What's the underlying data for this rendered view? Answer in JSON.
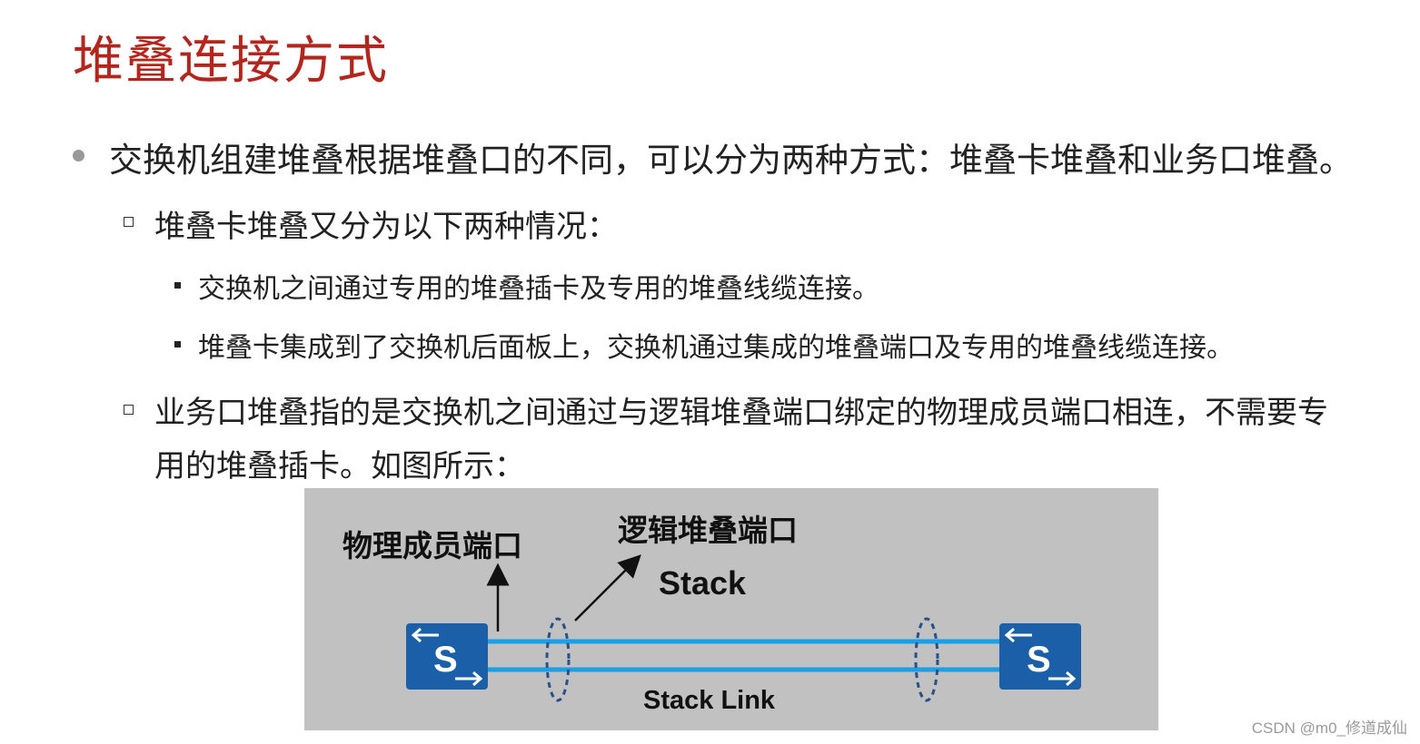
{
  "slide": {
    "title": "堆叠连接方式",
    "bullet1": "交换机组建堆叠根据堆叠口的不同，可以分为两种方式：堆叠卡堆叠和业务口堆叠。",
    "sub1": "堆叠卡堆叠又分为以下两种情况：",
    "sub1_items": [
      "交换机之间通过专用的堆叠插卡及专用的堆叠线缆连接。",
      "堆叠卡集成到了交换机后面板上，交换机通过集成的堆叠端口及专用的堆叠线缆连接。"
    ],
    "sub2_line1": "业务口堆叠指的是交换机之间通过与逻辑堆叠端口绑定的物理成员端口相连，不需要专",
    "sub2_line2": "用的堆叠插卡。如图所示："
  },
  "diagram": {
    "physical_port_label": "物理成员端口",
    "logical_port_label": "逻辑堆叠端口",
    "stack_label": "Stack",
    "stack_link_label": "Stack Link",
    "switch_letter": "S",
    "colors": {
      "switch": "#1a5fa8",
      "link": "#1aa0e8",
      "ring": "#2a4f8a",
      "bg": "#c1c1c1"
    }
  },
  "watermark": "CSDN @m0_修道成仙"
}
